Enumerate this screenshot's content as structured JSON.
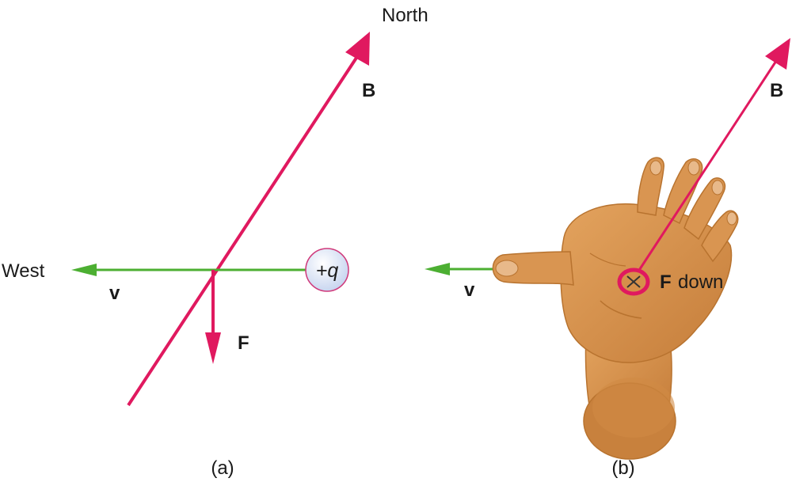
{
  "panel_a": {
    "north_label": "North",
    "b_label": "B",
    "west_label": "West",
    "v_label": "v",
    "f_label": "F",
    "charge_label": "+q",
    "caption": "(a)"
  },
  "panel_b": {
    "b_label": "B",
    "v_label": "v",
    "f_label": "F",
    "f_direction": "down",
    "caption": "(b)"
  },
  "colors": {
    "magnetic_field": "#e0195f",
    "force": "#e0195f",
    "velocity": "#4caf32",
    "charge_fill": "#dfe7f7",
    "charge_stroke": "#d0387a",
    "skin": "#d6904a",
    "skin_shadow": "#b8732f",
    "palm_marker": "#e0195f"
  },
  "icons": {
    "palm_marker": "into-page-cross-icon"
  }
}
